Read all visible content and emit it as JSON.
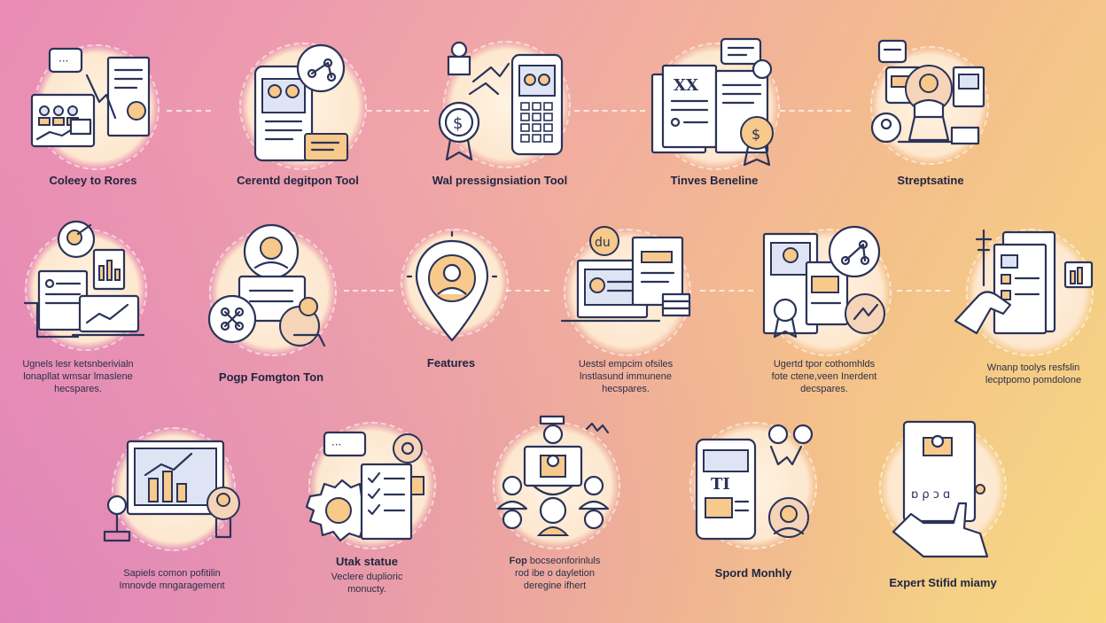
{
  "row1": [
    {
      "label": "Coleey to Rores"
    },
    {
      "label": "Cerentd degitpon Tool"
    },
    {
      "label": "Wal pressignsiation Tool"
    },
    {
      "label": "Tinves Beneline"
    },
    {
      "label": "Streptsatine"
    }
  ],
  "row2": [
    {
      "label": "",
      "caption": [
        "Ugnels lesr ketsnberivialn",
        "lonapllat wmsar lmaslene",
        "hecspares."
      ]
    },
    {
      "label": "Pogp Fomgton Ton",
      "caption": []
    },
    {
      "label": "Features",
      "caption": []
    },
    {
      "label": "",
      "caption": [
        "Uestsl empcim ofsiles",
        "lnstlasund immunene",
        "hecspares."
      ]
    },
    {
      "label": "",
      "caption": [
        "Ugertd tpor cothomhlds",
        "fote ctene,veen Inerdent",
        "decspares."
      ]
    },
    {
      "label": "",
      "caption": [
        "Wnanp toolys resfslin",
        "lecptpomo pomdolone"
      ]
    }
  ],
  "row3": [
    {
      "label": "",
      "caption": [
        "Sapiels comon pofitilin",
        "Imnovde mngaragement"
      ]
    },
    {
      "label": "Utak statue",
      "caption": [
        "Veclere duplioric",
        "monucty."
      ]
    },
    {
      "label": "Fop",
      "caption": [
        "bocseonforinluls",
        "rod ibe o dayletion",
        "deregine ifhert"
      ]
    },
    {
      "label": "Spord Monhly",
      "caption": []
    },
    {
      "label": "Expert Stifid miamy",
      "caption": []
    }
  ],
  "icon_text": {
    "xx": "XX",
    "dollar": "$",
    "du": "du",
    "speech_dots": "···",
    "board": "ɒ ρ ɔ ɑ"
  },
  "colors": {
    "accent_orange": "#f7c98a",
    "ink": "#2b3358",
    "glow": "#fde7cf"
  }
}
